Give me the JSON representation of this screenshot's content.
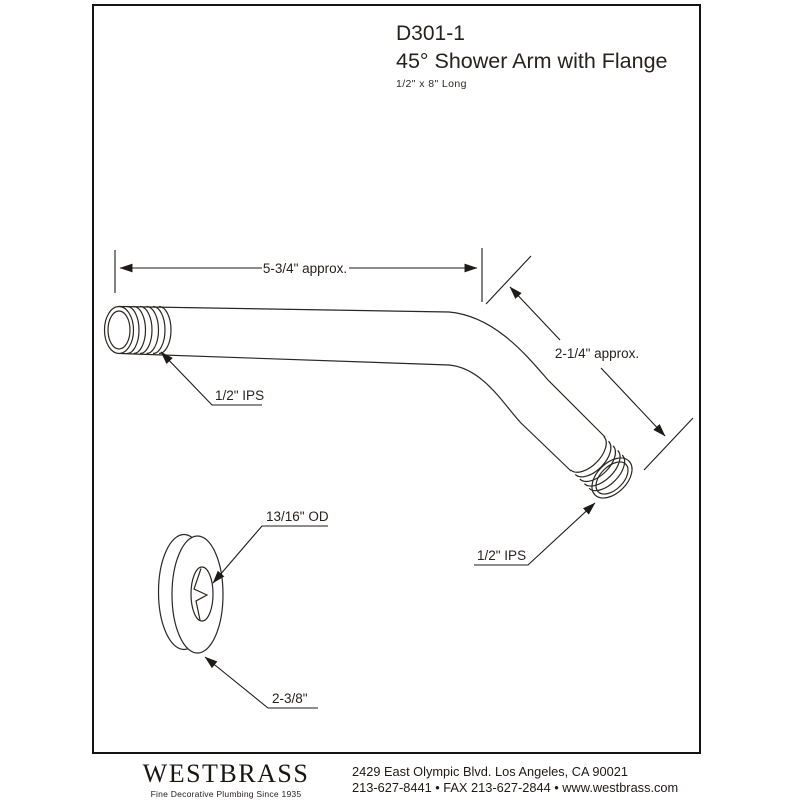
{
  "header": {
    "model": "D301-1",
    "title": "45° Shower Arm with Flange",
    "size": "1/2\" x 8\" Long"
  },
  "dimensions": {
    "arm_length": "5-3/4\" approx.",
    "drop_length": "2-1/4\" approx.",
    "wall_thread": "1/2\" IPS",
    "outlet_thread": "1/2\" IPS",
    "flange_hole": "13/16\" OD",
    "flange_od": "2-3/8\""
  },
  "footer": {
    "brand": "WESTBRASS",
    "tagline": "Fine Decorative Plumbing Since 1935",
    "address": "2429 East Olympic Blvd. Los Angeles, CA  90021",
    "contact": "213-627-8441 • FAX 213-627-2844 • www.westbrass.com"
  },
  "colors": {
    "line": "#2a2724",
    "text": "#262220",
    "background": "#ffffff"
  }
}
